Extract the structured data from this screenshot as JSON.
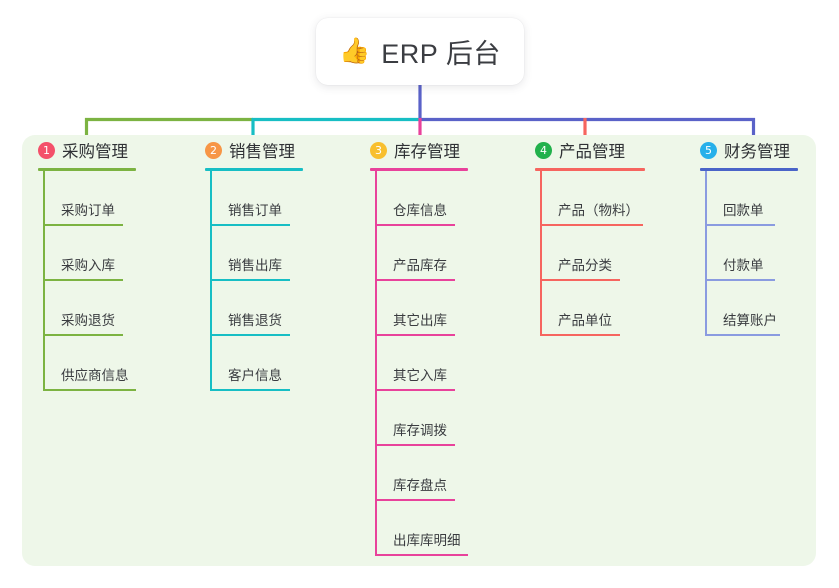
{
  "root": {
    "icon": "thumbs-up-icon",
    "icon_glyph": "👍",
    "title": "ERP 后台"
  },
  "panel": {
    "background": "#eef7e9"
  },
  "columns": [
    {
      "index": "1",
      "title": "采购管理",
      "badge_color": "#f4506a",
      "rule_color": "#7cb342",
      "branch_color": "#7cb342",
      "rule_width": 98,
      "items": [
        {
          "label": "采购订单",
          "rule_width": 80
        },
        {
          "label": "采购入库",
          "rule_width": 80
        },
        {
          "label": "采购退货",
          "rule_width": 80
        },
        {
          "label": "供应商信息",
          "rule_width": 93
        }
      ]
    },
    {
      "index": "2",
      "title": "销售管理",
      "badge_color": "#f79646",
      "rule_color": "#17bec4",
      "branch_color": "#17bec4",
      "rule_width": 98,
      "items": [
        {
          "label": "销售订单",
          "rule_width": 80
        },
        {
          "label": "销售出库",
          "rule_width": 80
        },
        {
          "label": "销售退货",
          "rule_width": 80
        },
        {
          "label": "客户信息",
          "rule_width": 80
        }
      ]
    },
    {
      "index": "3",
      "title": "库存管理",
      "badge_color": "#f8bf2e",
      "rule_color": "#e8429b",
      "branch_color": "#e8429b",
      "rule_width": 98,
      "items": [
        {
          "label": "仓库信息",
          "rule_width": 80
        },
        {
          "label": "产品库存",
          "rule_width": 80
        },
        {
          "label": "其它出库",
          "rule_width": 80
        },
        {
          "label": "其它入库",
          "rule_width": 80
        },
        {
          "label": "库存调拨",
          "rule_width": 80
        },
        {
          "label": "库存盘点",
          "rule_width": 80
        },
        {
          "label": "出库库明细",
          "rule_width": 93
        }
      ]
    },
    {
      "index": "4",
      "title": "产品管理",
      "badge_color": "#22b14c",
      "rule_color": "#f6655f",
      "branch_color": "#f6655f",
      "rule_width": 110,
      "items": [
        {
          "label": "产品（物料）",
          "rule_width": 103
        },
        {
          "label": "产品分类",
          "rule_width": 80
        },
        {
          "label": "产品单位",
          "rule_width": 80
        }
      ]
    },
    {
      "index": "5",
      "title": "财务管理",
      "badge_color": "#27b0ea",
      "rule_color": "#4a64c8",
      "branch_color": "#8a9be0",
      "rule_width": 98,
      "items": [
        {
          "label": "回款单",
          "rule_width": 70
        },
        {
          "label": "付款单",
          "rule_width": 70
        },
        {
          "label": "结算账户",
          "rule_width": 75
        }
      ]
    }
  ],
  "trunk": {
    "color": "#5a62c8",
    "segments": [
      {
        "name": "segment-green",
        "color": "#7cb342"
      },
      {
        "name": "segment-cyan",
        "color": "#17bec4"
      },
      {
        "name": "segment-blue",
        "color": "#5a62c8"
      }
    ]
  }
}
